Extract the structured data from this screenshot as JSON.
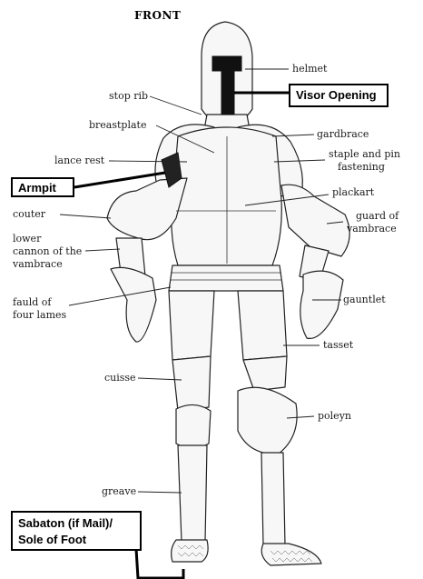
{
  "title": "FRONT",
  "labels": {
    "helmet": "helmet",
    "stop_rib": "stop rib",
    "breastplate": "breastplate",
    "gardbrace": "gardbrace",
    "lance_rest": "lance rest",
    "staple_pin_1": "staple and pin",
    "staple_pin_2": "fastening",
    "plackart": "plackart",
    "couter": "couter",
    "guard_1": "guard of",
    "guard_2": "vambrace",
    "lower_cannon_1": "lower",
    "lower_cannon_2": "cannon of the",
    "lower_cannon_3": "vambrace",
    "gauntlet": "gauntlet",
    "fauld_1": "fauld of",
    "fauld_2": "four lames",
    "tasset": "tasset",
    "cuisse": "cuisse",
    "poleyn": "poleyn",
    "greave": "greave"
  },
  "callouts": {
    "visor": "Visor Opening",
    "armpit": "Armpit",
    "sabaton_1": "Sabaton (if Mail)/",
    "sabaton_2": "Sole of Foot"
  }
}
